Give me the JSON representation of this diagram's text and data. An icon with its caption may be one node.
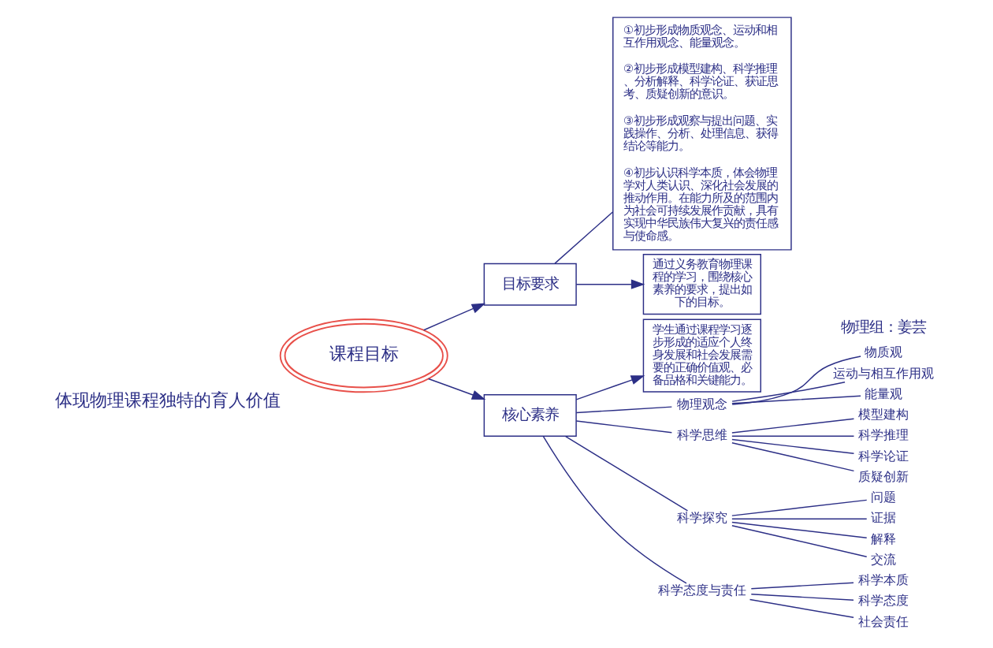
{
  "diagram": {
    "nodes": [
      {
        "text": [
          "①初步形成物质观念、运动和相互作用观念、能量观念。",
          "②初步形成模型建构、科学推理、分析解释、科学论证、获证思考、质疑创新的意识。",
          "③初步形成观察与提出问题、实践操作、分析、处理信息、获得结论等能力。",
          "④初步认识科学本质，体会物理学对人类认识、深化社会发展的推动作用。在能力所及的范围内为社会可持续发展作贡献，具有实现中华民族伟大复兴的责任感与使命感。"
        ]
      },
      {
        "text": [
          "目标要求"
        ]
      },
      {
        "text": [
          "通过义务教育物理课程的学习，围绕核心素养的要求，提出如下的目标。"
        ]
      },
      {
        "text": [
          "课程目标"
        ],
        "beside": [
          "体现物理课程独特的育人价值"
        ]
      },
      {
        "text": [
          "核心素养"
        ]
      },
      {
        "text": [
          "学生通过课程学习逐步形成的适应个人终身发展和社会发展需要的正确价值观、必备品格和关键能力。"
        ]
      },
      {
        "text": [
          "物理观念"
        ]
      },
      {
        "text": [
          "物质观"
        ]
      },
      {
        "text": [
          "运动与相互作用观"
        ]
      },
      {
        "text": [
          "能量观"
        ]
      },
      {
        "text": [
          "科学思维"
        ]
      },
      {
        "text": [
          "模型建构"
        ]
      },
      {
        "text": [
          "科学推理"
        ]
      },
      {
        "text": [
          "科学论证"
        ]
      },
      {
        "text": [
          "质疑创新"
        ]
      },
      {
        "text": [
          "科学探究"
        ]
      },
      {
        "text": [
          "问题"
        ]
      },
      {
        "text": [
          "证据"
        ]
      },
      {
        "text": [
          "解释"
        ]
      },
      {
        "text": [
          "交流"
        ]
      },
      {
        "text": [
          "科学态度与责任"
        ]
      },
      {
        "text": [
          "科学本质"
        ]
      },
      {
        "text": [
          "科学态度"
        ]
      },
      {
        "text": [
          "社会责任"
        ]
      }
    ],
    "edges": [
      {
        "from": 3,
        "to": 1,
        "arrow": "to"
      },
      {
        "from": 3,
        "to": 4,
        "arrow": "to"
      },
      {
        "from": 1,
        "to": 2,
        "arrow": "to"
      },
      {
        "from": 1,
        "to": 0,
        "arrow": "none"
      },
      {
        "from": 4,
        "to": 5,
        "arrow": "to"
      },
      {
        "from": 4,
        "to": 6,
        "arrow": "none"
      },
      {
        "from": 4,
        "to": 10,
        "arrow": "none"
      },
      {
        "from": 4,
        "to": 15,
        "arrow": "none"
      },
      {
        "from": 4,
        "to": 20,
        "arrow": "none"
      },
      {
        "from": 6,
        "to": 7,
        "arrow": "none"
      },
      {
        "from": 6,
        "to": 8,
        "arrow": "none"
      },
      {
        "from": 6,
        "to": 9,
        "arrow": "none"
      },
      {
        "from": 10,
        "to": 11,
        "arrow": "none"
      },
      {
        "from": 10,
        "to": 12,
        "arrow": "none"
      },
      {
        "from": 10,
        "to": 13,
        "arrow": "none"
      },
      {
        "from": 10,
        "to": 14,
        "arrow": "none"
      },
      {
        "from": 15,
        "to": 16,
        "arrow": "none"
      },
      {
        "from": 15,
        "to": 17,
        "arrow": "none"
      },
      {
        "from": 15,
        "to": 18,
        "arrow": "none"
      },
      {
        "from": 15,
        "to": 19,
        "arrow": "none"
      },
      {
        "from": 20,
        "to": 21,
        "arrow": "none"
      },
      {
        "from": 20,
        "to": 22,
        "arrow": "none"
      },
      {
        "from": 20,
        "to": 23,
        "arrow": "none"
      }
    ],
    "labels": [
      "物理组：姜芸"
    ]
  }
}
